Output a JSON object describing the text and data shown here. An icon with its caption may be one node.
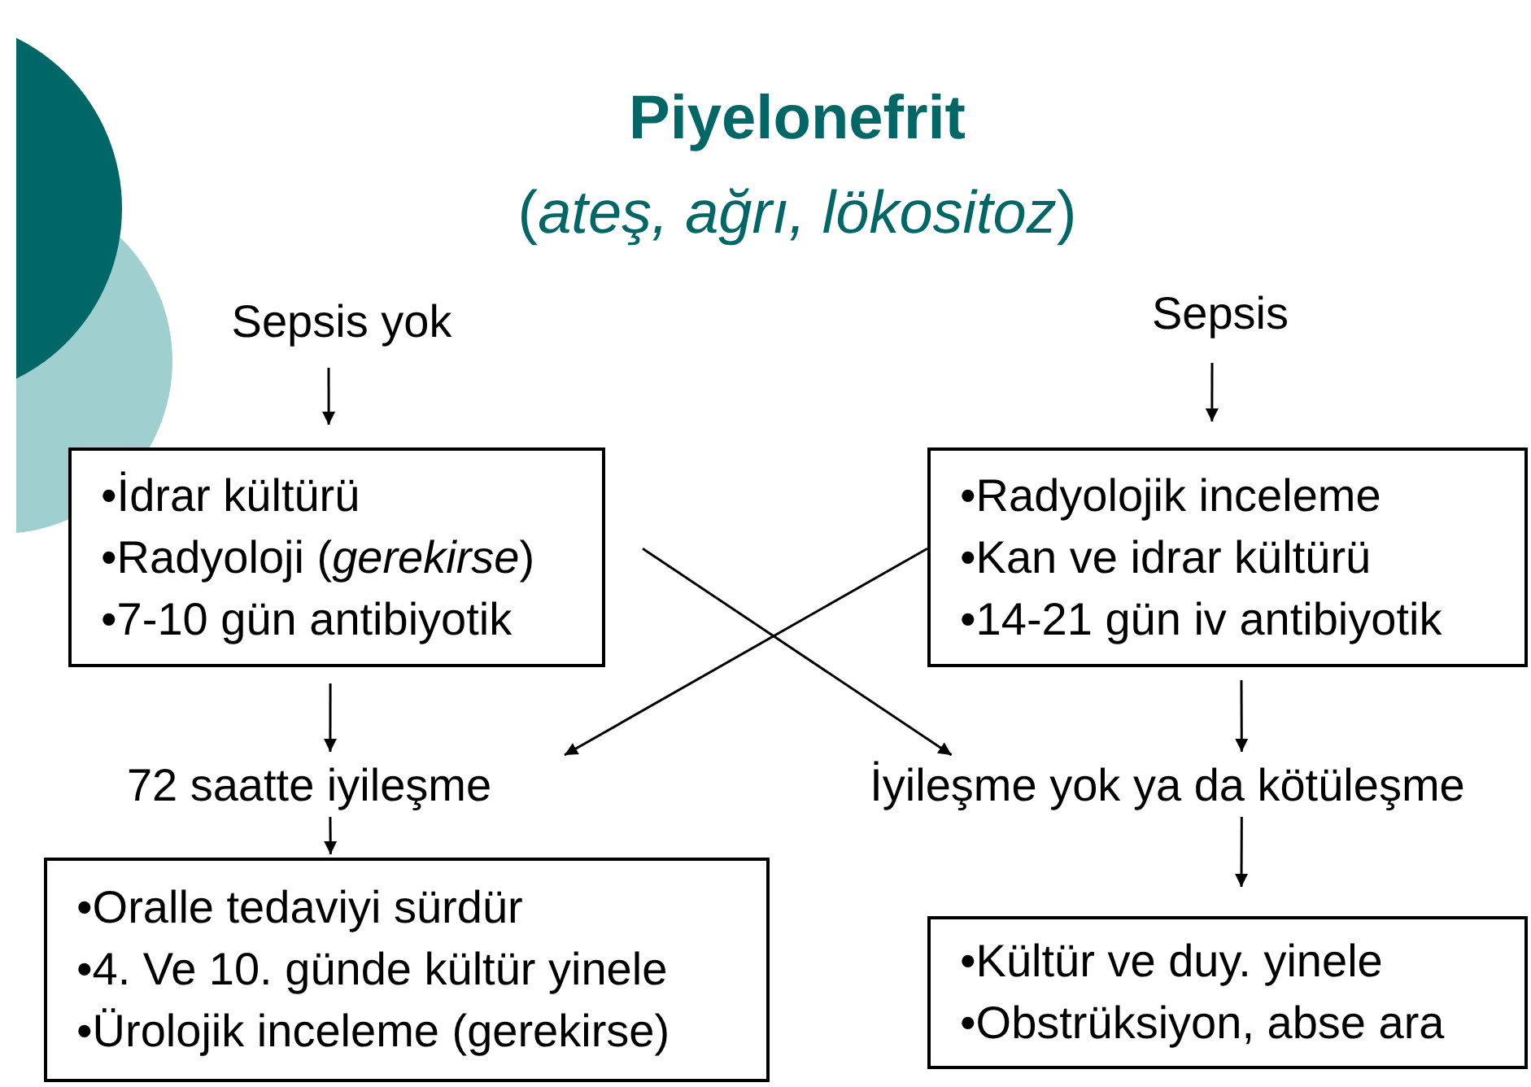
{
  "diagram": {
    "title": "Piyelonefrit",
    "nodes": [
      {
        "text": [
          "Sepsis yok"
        ]
      },
      {
        "text": [
          "Sepsis"
        ]
      },
      {
        "text": [
          "•İdrar kültürü",
          "•Radyoloji (*gerekirse*)",
          "•7-10 gün antibiyotik"
        ]
      },
      {
        "text": [
          "•Radyolojik inceleme",
          "•Kan ve idrar kültürü",
          "•14-21 gün iv antibiyotik"
        ]
      },
      {
        "text": [
          "72 saatte iyileşme"
        ]
      },
      {
        "text": [
          "İyileşme yok ya da kötüleşme"
        ]
      },
      {
        "text": [
          "•Oralle tedaviyi sürdür",
          "•4. Ve 10. günde kültür yinele",
          "•Ürolojik inceleme (gerekirse)"
        ]
      },
      {
        "text": [
          "•Kültür ve duy. yinele",
          "•Obstrüksiyon, abse ara"
        ]
      }
    ],
    "edges": [
      {
        "from": 0,
        "to": 2,
        "arrow": "to"
      },
      {
        "from": 1,
        "to": 3,
        "arrow": "to"
      },
      {
        "from": 2,
        "to": 4,
        "arrow": "to"
      },
      {
        "from": 3,
        "to": 5,
        "arrow": "to"
      },
      {
        "from": 2,
        "to": 5,
        "arrow": "to"
      },
      {
        "from": 3,
        "to": 4,
        "arrow": "to"
      },
      {
        "from": 4,
        "to": 6,
        "arrow": "to"
      },
      {
        "from": 5,
        "to": 7,
        "arrow": "to"
      }
    ],
    "labels": [
      "(*ateş, ağrı, lökositoz*)"
    ]
  }
}
